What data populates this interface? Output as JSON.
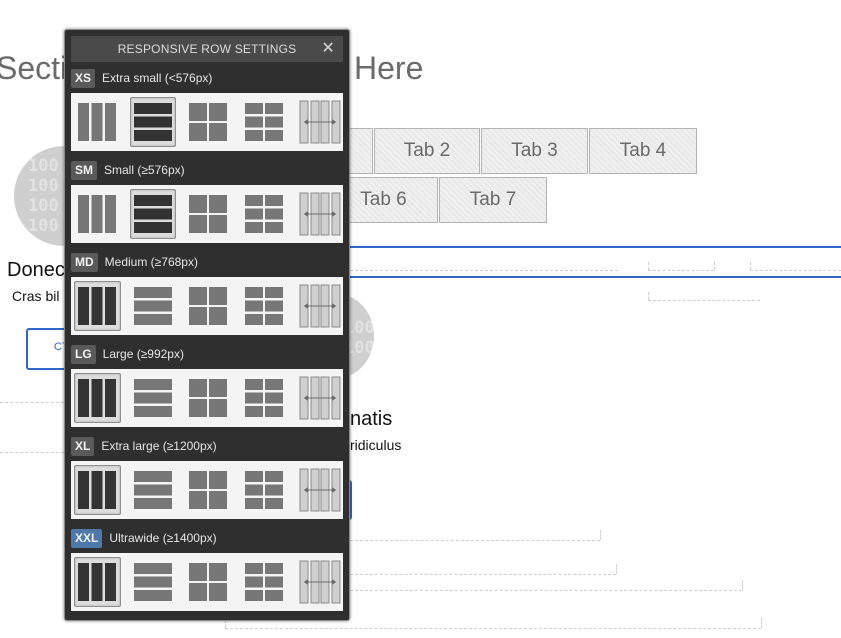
{
  "background": {
    "section_title_left": "Secti",
    "section_title_right": "Here",
    "tabs_row1": [
      "Tab 2",
      "Tab 3",
      "Tab 4"
    ],
    "tabs_row2": [
      "Tab 6",
      "Tab 7"
    ],
    "placeholder_digits": [
      "100",
      "100",
      "100",
      "100"
    ],
    "card_heading": "Donec",
    "card_text": "Cras bil",
    "cta_label": "CT",
    "heading_2": "natis",
    "text_2": "ridiculus"
  },
  "panel": {
    "title": "RESPONSIVE ROW SETTINGS",
    "close_label": "✕",
    "option_icons": [
      "columns-icon",
      "rows-icon",
      "grid-2x2-icon",
      "grid-3x3-icon",
      "stretch-columns-icon"
    ],
    "sections": [
      {
        "badge": "XS",
        "label": "Extra small (<576px)",
        "selected": 1
      },
      {
        "badge": "SM",
        "label": "Small (≥576px)",
        "selected": 1
      },
      {
        "badge": "MD",
        "label": "Medium (≥768px)",
        "selected": 0
      },
      {
        "badge": "LG",
        "label": "Large (≥992px)",
        "selected": 0
      },
      {
        "badge": "XL",
        "label": "Extra large (≥1200px)",
        "selected": 0
      },
      {
        "badge": "XXL",
        "label": "Ultrawide (≥1400px)",
        "selected": 0,
        "accent": "#4e78a8"
      }
    ]
  }
}
